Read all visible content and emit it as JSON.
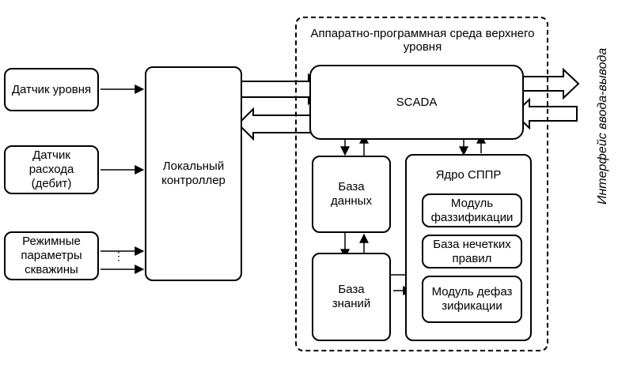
{
  "frame_title": "Аппаратно-программная среда верхнего уровня",
  "io_interface": "Интерфейс ввода-вывода",
  "sensors": {
    "level": "Датчик уровня",
    "flow": "Датчик расхода (дебит)",
    "regime": "Режимные параметры скважины",
    "ellipsis": "⋮"
  },
  "controller": "Локальный контроллер",
  "scada": "SCADA",
  "database": "База данных",
  "knowledge": "База знаний",
  "dss_core": "Ядро СППР",
  "fuzzification": "Модуль фаззификации",
  "fuzzy_rules": "База нечетких правил",
  "defuzzification": "Модуль дефаззификации"
}
